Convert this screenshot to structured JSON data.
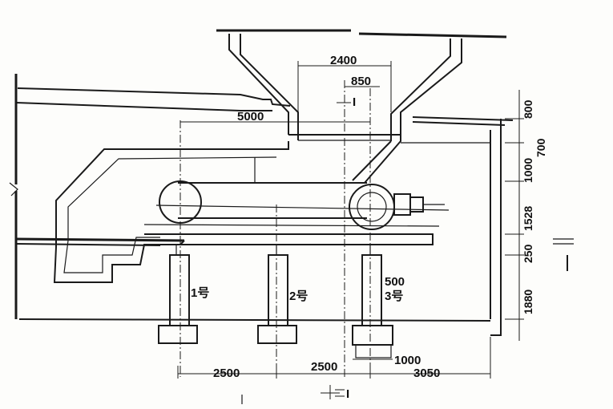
{
  "dimensions": {
    "top_span": "2400",
    "top_offset": "850",
    "left_span": "5000",
    "height_1": "800",
    "height_2": "700",
    "height_3": "1000",
    "height_4": "1528",
    "height_5": "250",
    "height_6": "1880",
    "pier_width": "500",
    "base_width": "1000",
    "bottom_1": "2500",
    "bottom_2": "2500",
    "bottom_3": "3050"
  },
  "labels": {
    "pier_1": "1号",
    "pier_2": "2号",
    "pier_3": "3号",
    "section_top": "I",
    "section_bottom": "I"
  }
}
